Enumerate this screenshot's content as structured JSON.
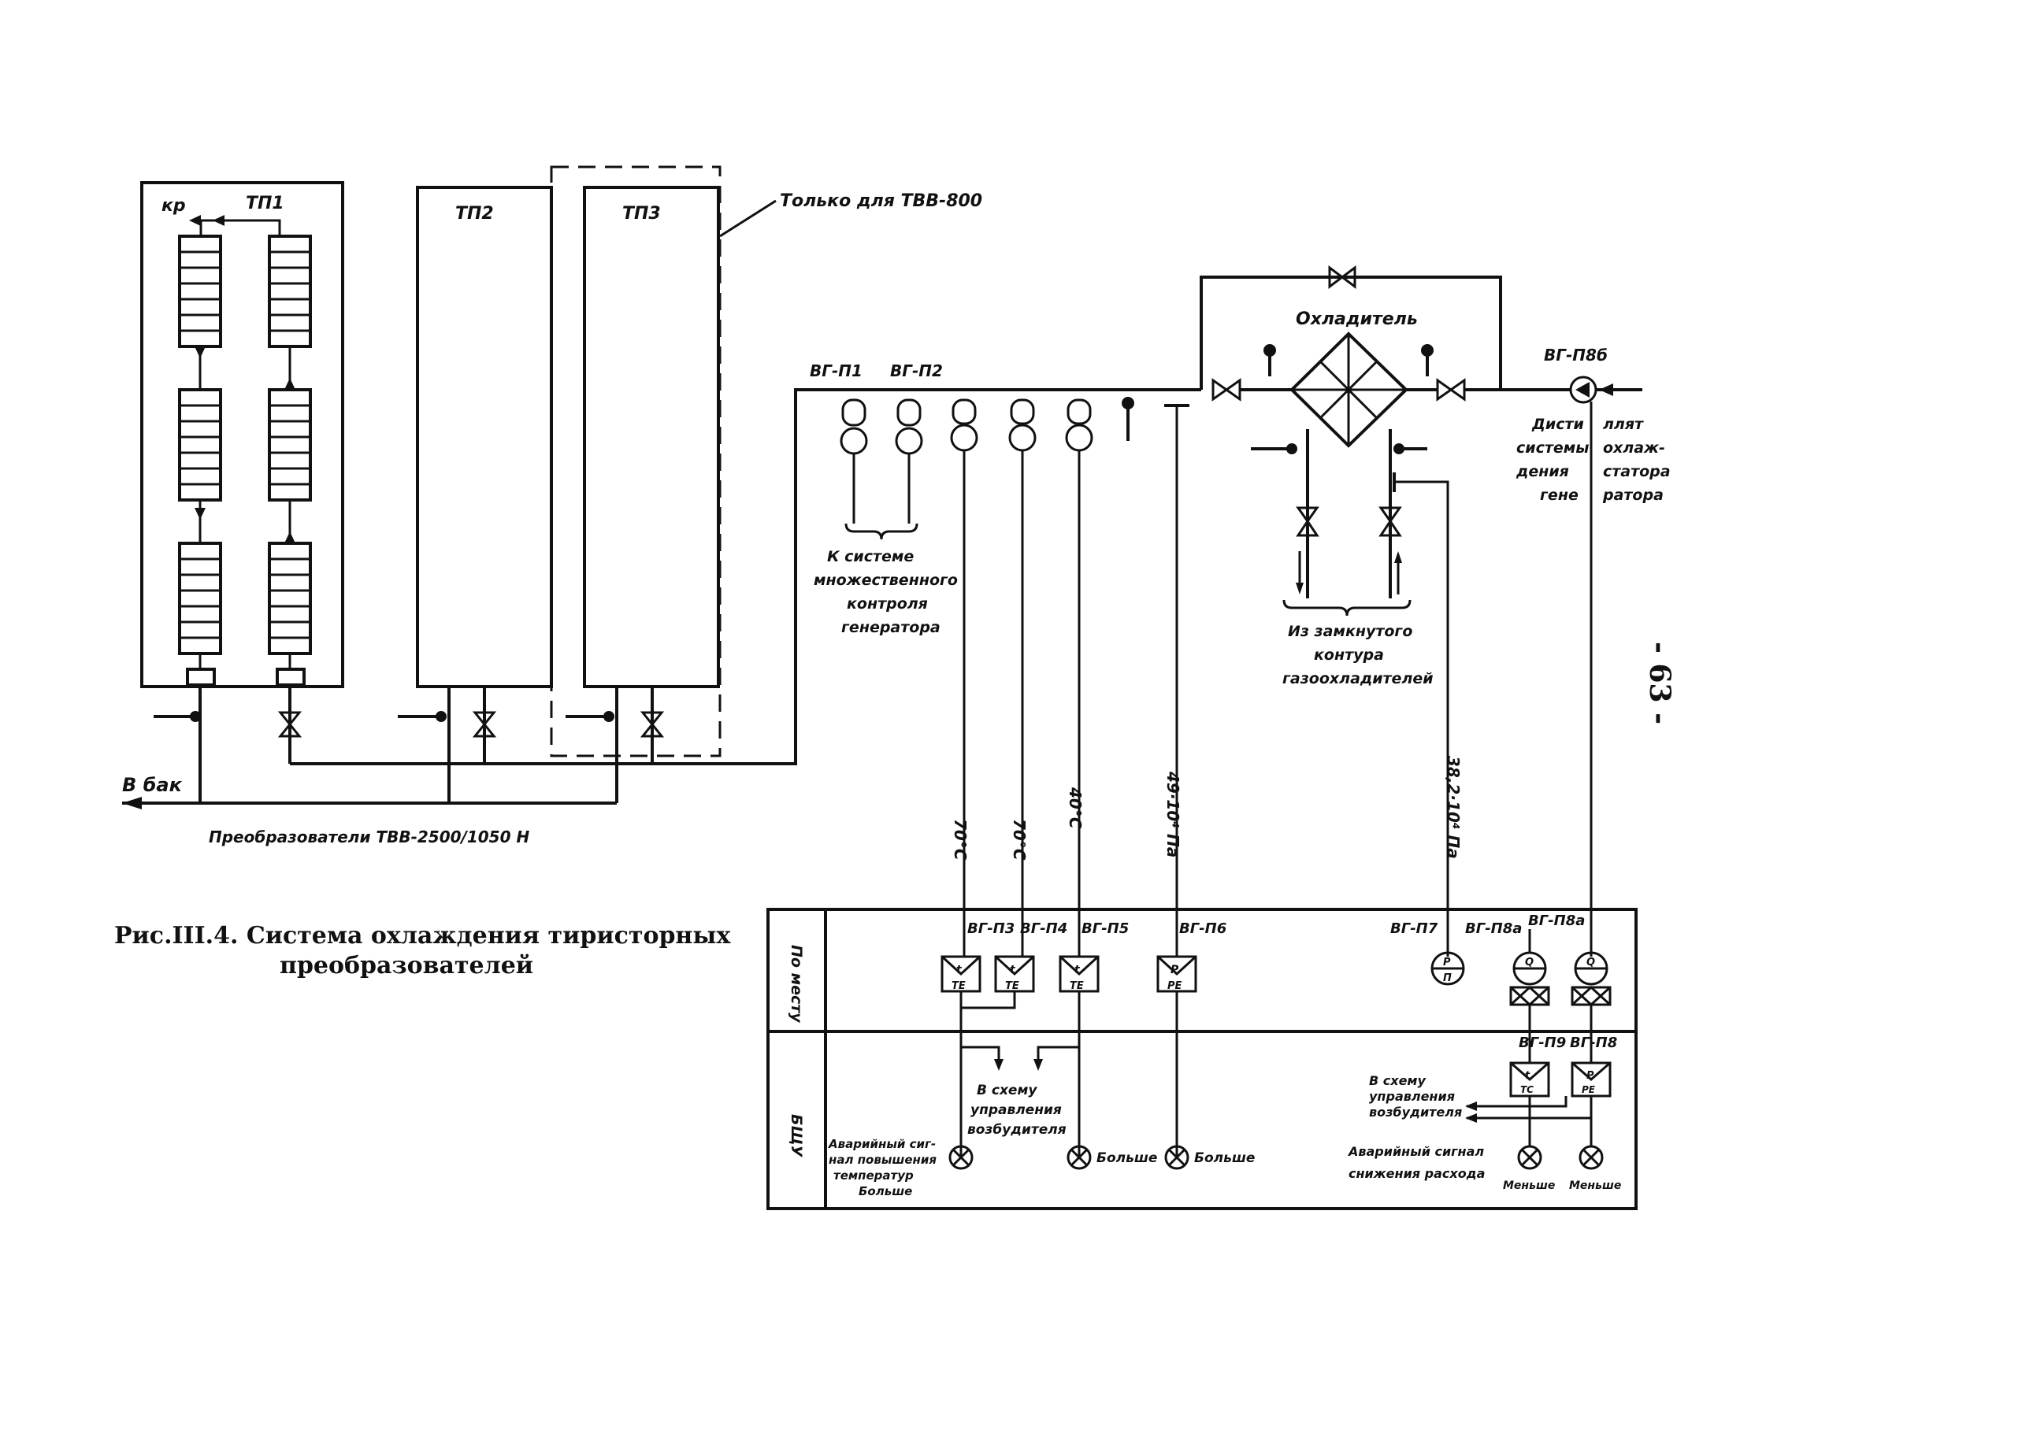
{
  "caption": {
    "line1": "Рис.III.4. Система охлаждения тиристорных",
    "line2": "преобразователей"
  },
  "page_number": "- 63 -",
  "converters": {
    "tp1": "ТП1",
    "tp2": "ТП2",
    "tp3": "ТП3",
    "kr": "кр"
  },
  "only_for": "Только для ТВВ-800",
  "to_tank": "В бак",
  "converters_label": "Преобразователи ТВВ-2500/1050 Н",
  "cooler": "Охладитель",
  "sensors": {
    "vg_p1": "ВГ-П1",
    "vg_p2": "ВГ-П2",
    "vg_p3": "ВГ-П3",
    "vg_p4": "ВГ-П4",
    "vg_p5": "ВГ-П5",
    "vg_p6": "ВГ-П6",
    "vg_p7": "ВГ-П7",
    "vg_p8a": "ВГ-П8а",
    "vg_p8a2": "ВГ-П8а",
    "vg_p8b": "ВГ-П8б",
    "vg_p9": "ВГ-П9",
    "vg_p8": "ВГ-П8"
  },
  "monitoring_lines": [
    "К системе",
    "множественного",
    "контроля",
    "генератора"
  ],
  "closed_loop_lines": [
    "Из замкнутого",
    "контура",
    "газоохладителей"
  ],
  "distill_left": [
    "Дисти",
    "системы",
    "дения",
    "гене"
  ],
  "distill_right": [
    "ллят",
    "охлаж-",
    "статора",
    "ратора"
  ],
  "setpoints": {
    "t1": "70°С",
    "t2": "70°С",
    "t3": "40°С",
    "p1": "49·10⁴ Па",
    "p2": "38,2·10⁴ Па"
  },
  "panel": {
    "local": "По месту",
    "bshchu": "БЩУ",
    "to_excitation": [
      "В схему",
      "управления",
      "возбудителя"
    ],
    "to_excitation_right": [
      "В схему",
      "управления",
      "возбудителя"
    ],
    "alarm_temp": [
      "Аварийный сиг-",
      "нал повышения",
      "температур",
      "Больше"
    ],
    "more1": "Больше",
    "more2": "Больше",
    "alarm_flow": [
      "Аварийный сигнал",
      "снижения расхода"
    ],
    "less1": "Меньше",
    "less2": "Меньше"
  },
  "instrument_letters": {
    "t": "t",
    "te": "ТЕ",
    "p": "Р",
    "pe": "РЕ",
    "q": "Q",
    "pi": "П",
    "tc": "ТС"
  }
}
